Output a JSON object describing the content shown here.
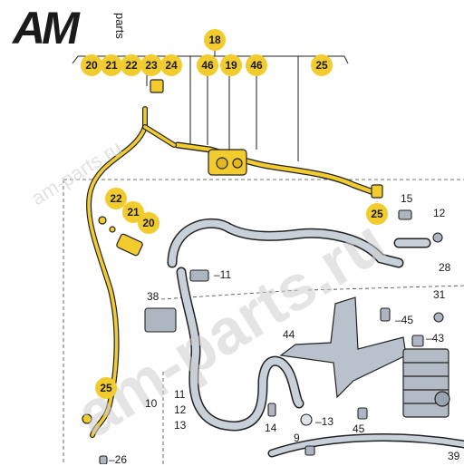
{
  "logo": {
    "brand": "AM",
    "suffix": "parts"
  },
  "watermarks": {
    "main": "am-parts.ru",
    "small": "am-parts.ru"
  },
  "callouts": {
    "c18": "18",
    "c20": "20",
    "c21": "21",
    "c22": "22",
    "c23": "23",
    "c24": "24",
    "c46a": "46",
    "c19": "19",
    "c46b": "46",
    "c25a": "25",
    "c25b": "25",
    "c22b": "22",
    "c21b": "21",
    "c20b": "20",
    "c25c": "25"
  },
  "labels": {
    "l15": "15",
    "l12": "12",
    "l28": "28",
    "l11": "–11",
    "l38": "38",
    "l31": "31",
    "l45a": "–45",
    "l43": "–43",
    "l44": "44",
    "l10": "10",
    "l11b": "11",
    "l12b": "12",
    "l13b": "13",
    "l14": "14",
    "l13": "–13",
    "l45b": "45",
    "l9": "9",
    "l26": "–26",
    "l39": "39"
  },
  "colors": {
    "highlight": "#f2cc2e",
    "line": "#222222",
    "blue": "#1f6fd0",
    "hose_fill": "#c8d0da"
  }
}
